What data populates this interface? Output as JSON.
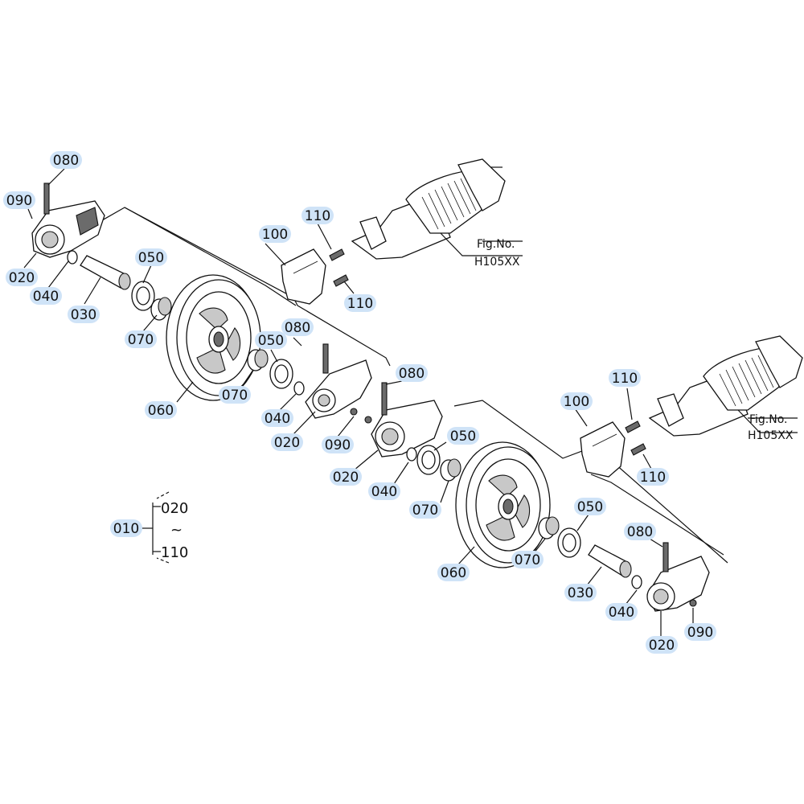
{
  "figure_refs": [
    {
      "caption": "Fig.No.",
      "number": "H105XX"
    },
    {
      "caption": "Fig.No.",
      "number": "H105XX"
    }
  ],
  "callouts": {
    "c080_a": "080",
    "c090_a": "090",
    "c020_a": "020",
    "c040_a": "040",
    "c030_a": "030",
    "c050_a": "050",
    "c070_a": "070",
    "c060_a": "060",
    "c100_a": "100",
    "c110_a": "110",
    "c110_b": "110",
    "c050_b": "050",
    "c080_b": "080",
    "c070_b": "070",
    "c040_b": "040",
    "c020_b": "020",
    "c090_b": "090",
    "c080_c": "080",
    "c020_c": "020",
    "c040_c": "040",
    "c050_c": "050",
    "c070_c": "070",
    "c060_b": "060",
    "c100_b": "100",
    "c110_c": "110",
    "c110_d": "110",
    "c050_d": "050",
    "c070_d": "070",
    "c030_b": "030",
    "c040_d": "040",
    "c080_d": "080",
    "c090_c": "090",
    "c020_d": "020",
    "c010": "010"
  },
  "assembly_range": {
    "from": "020",
    "to": "110",
    "separator": "~"
  }
}
